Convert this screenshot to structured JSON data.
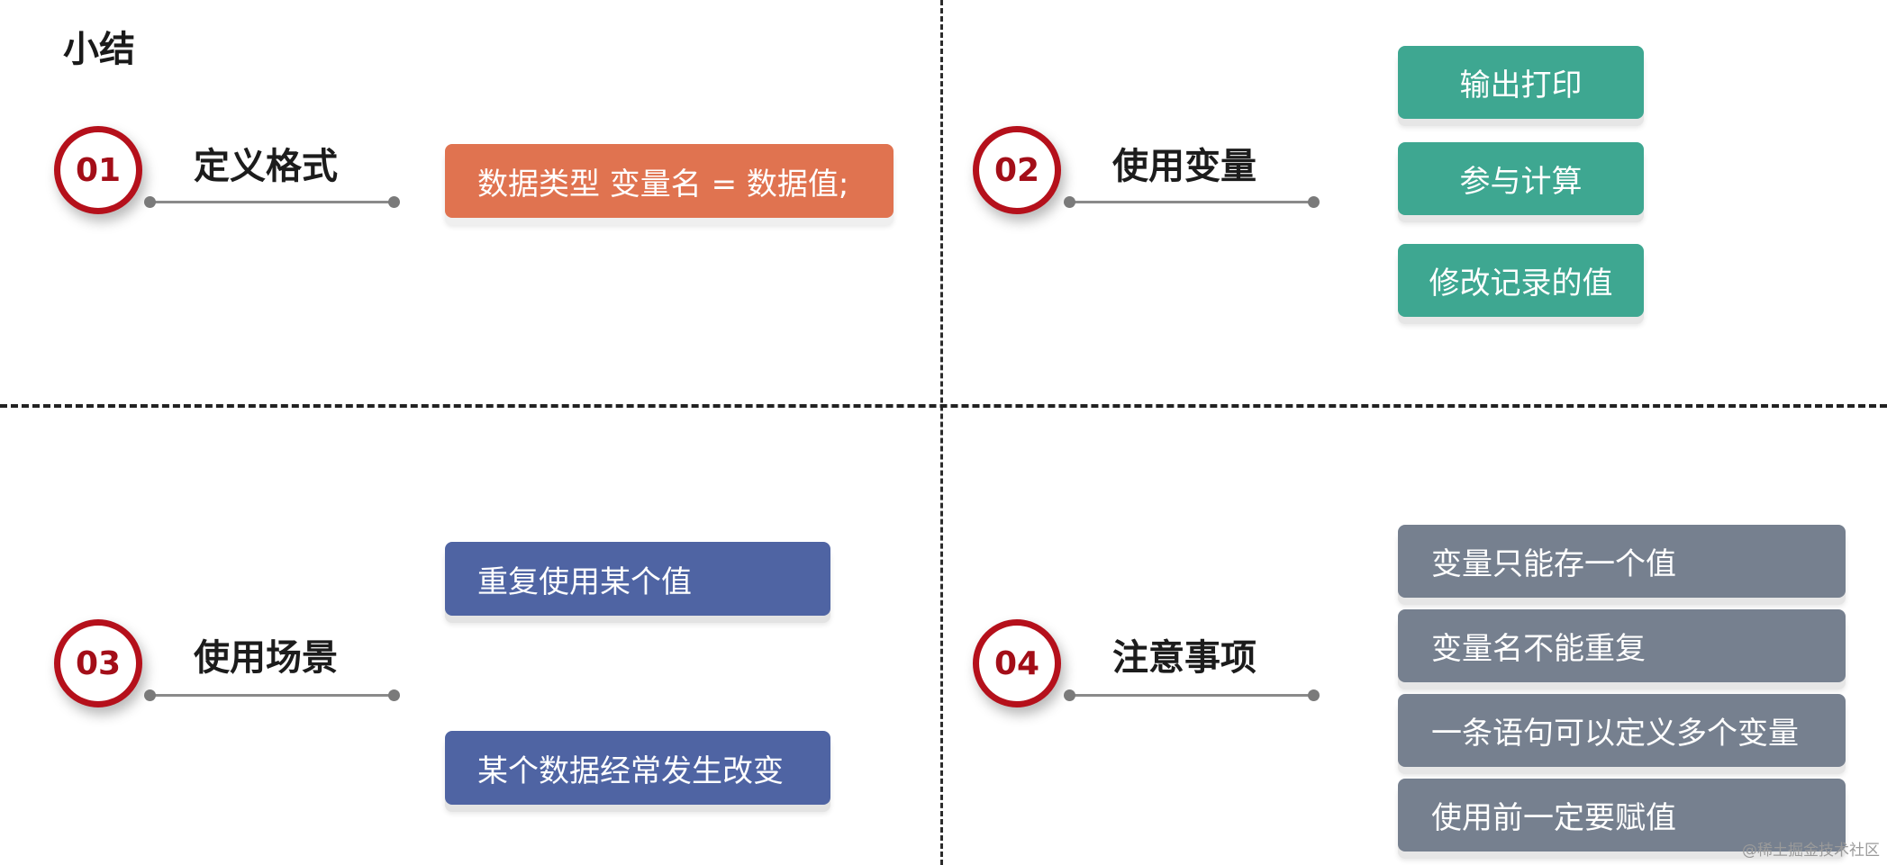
{
  "title": "小结",
  "sections": [
    {
      "number": "01",
      "heading": "定义格式",
      "items": [
        "数据类型 变量名 = 数据值;"
      ]
    },
    {
      "number": "02",
      "heading": "使用变量",
      "items": [
        "输出打印",
        "参与计算",
        "修改记录的值"
      ]
    },
    {
      "number": "03",
      "heading": "使用场景",
      "items": [
        "重复使用某个值",
        "某个数据经常发生改变"
      ]
    },
    {
      "number": "04",
      "heading": "注意事项",
      "items": [
        "变量只能存一个值",
        "变量名不能重复",
        "一条语句可以定义多个变量",
        "使用前一定要赋值"
      ]
    }
  ],
  "watermark": "@稀土掘金技术社区",
  "colors": {
    "badge_ring": "#b5101b",
    "orange": "#e07350",
    "teal": "#3ea791",
    "blue": "#4f64a3",
    "gray": "#76808f"
  }
}
